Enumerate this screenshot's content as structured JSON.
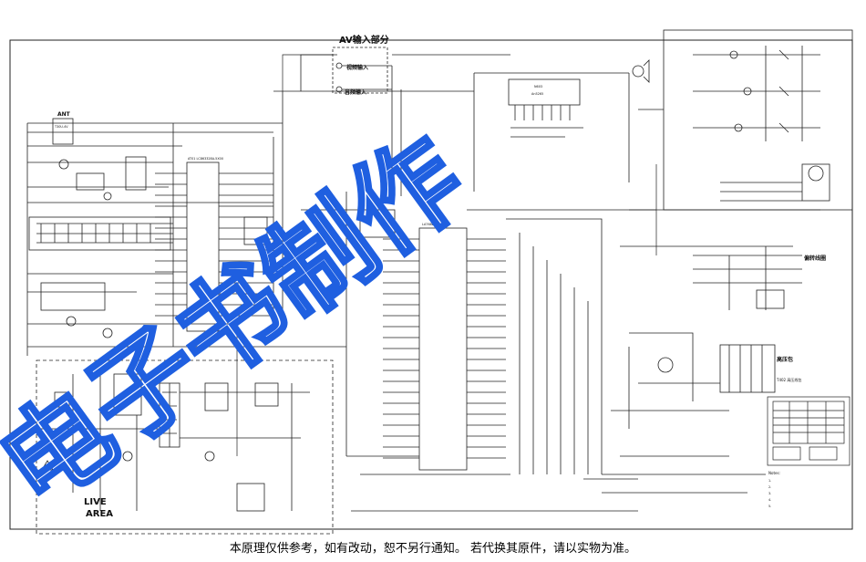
{
  "headings": {
    "av_input": "AV输入部分",
    "video_in": "视频输入",
    "audio_in": "音频输入",
    "ant": "ANT",
    "live_area_1": "LIVE",
    "live_area_2": "AREA"
  },
  "ics": {
    "micro": "AT01 LC863328A-5X00",
    "sound_part": "N603",
    "sound_ic": "An5265",
    "chroma": "LA7688-5N",
    "tuner": "T30U-4V"
  },
  "right_labels": {
    "deflection_yoke": "偏转线圈",
    "high_voltage": "高压包",
    "flyback": "T402 高压线包"
  },
  "notes": [
    "Notes:",
    "1.",
    "2.",
    "3.",
    "4.",
    "5."
  ],
  "footer": "本原理仅供参考，如有改动，恕不另行通知。   若代换其原件，请以实物为准。",
  "watermark": "电子书制作",
  "colors": {
    "wire": "#1a1a1a",
    "watermark": "#1f5fe0"
  }
}
